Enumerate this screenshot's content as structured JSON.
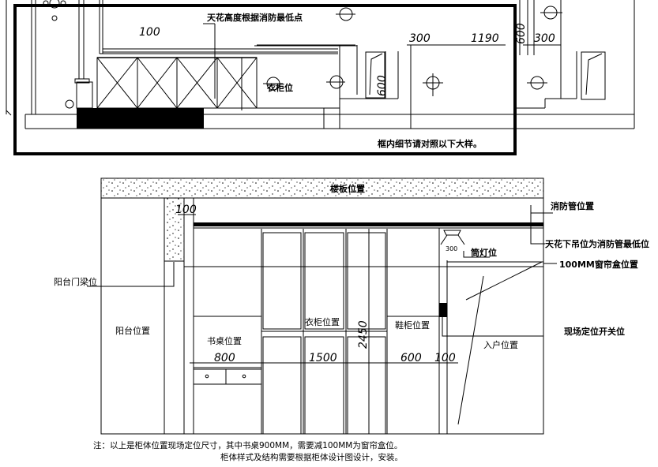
{
  "top_plan": {
    "ceiling_note": "天花高度根据消防最低点",
    "wardrobe_label": "衣柜位",
    "frame_note": "框内细节请对照以下大样。",
    "dims": [
      "100",
      "300",
      "1190",
      "600",
      "300",
      "600"
    ]
  },
  "elevation": {
    "slab_label": "楼板位置",
    "dim_100_left": "100",
    "balcony_beam_label": "阳台门梁位",
    "balcony_label": "阳台位置",
    "desk_label": "书桌位置",
    "wardrobe_label": "衣柜位置",
    "shoe_cabinet_label": "鞋柜位置",
    "entry_label": "入户位置",
    "height_dim": "2450",
    "dim_desk": "800",
    "dim_wardrobe": "1500",
    "dim_shoe": "600",
    "dim_100_right": "100",
    "dim_light": "300",
    "fire_pipe_label": "消防管位置",
    "ceiling_drop_label": "天花下吊位为消防管最低位",
    "downlight_label": "筒灯位",
    "curtain_box_label": "100MM窗帘盒位置",
    "switch_label": "现场定位开关位"
  },
  "notes": {
    "line1": "注：以上是柜体位置现场定位尺寸，其中书桌900MM，需要减100MM为窗帘盒位。",
    "line2": "柜体样式及结构需要根据柜体设计图设计，安装。"
  }
}
